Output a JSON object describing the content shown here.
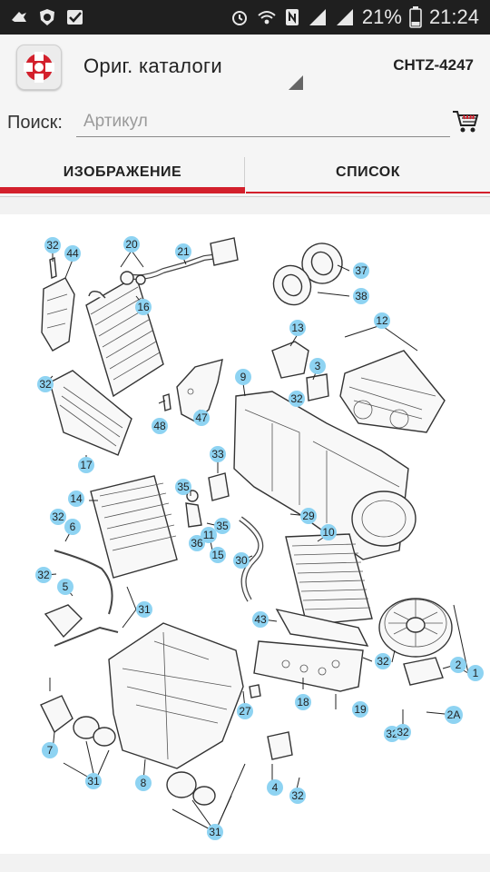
{
  "status": {
    "battery": "21%",
    "time": "21:24",
    "left_icons": [
      "notification-icon",
      "app-icon",
      "check-icon"
    ],
    "right_icons": [
      "alarm-icon",
      "wifi-icon",
      "nfc-icon",
      "signal-icon",
      "signal-icon-2",
      "battery-icon"
    ]
  },
  "appbar": {
    "title": "Ориг. каталоги",
    "code": "CHTZ-4247"
  },
  "search": {
    "label": "Поиск:",
    "placeholder": "Артикул"
  },
  "tabs": [
    {
      "label": "ИЗОБРАЖЕНИЕ",
      "active": true
    },
    {
      "label": "СПИСОК",
      "active": false
    }
  ],
  "colors": {
    "accent": "#d3202c",
    "callout": "#8ed3f2"
  },
  "callouts": [
    "32",
    "44",
    "20",
    "21",
    "37",
    "38",
    "16",
    "13",
    "12",
    "32",
    "3",
    "9",
    "32",
    "48",
    "47",
    "17",
    "33",
    "14",
    "35",
    "32",
    "6",
    "11",
    "35",
    "36",
    "15",
    "29",
    "10",
    "30",
    "32",
    "5",
    "31",
    "43",
    "32",
    "32",
    "2",
    "1",
    "18",
    "19",
    "2A",
    "32",
    "27",
    "7",
    "31",
    "8",
    "4",
    "32",
    "31"
  ]
}
